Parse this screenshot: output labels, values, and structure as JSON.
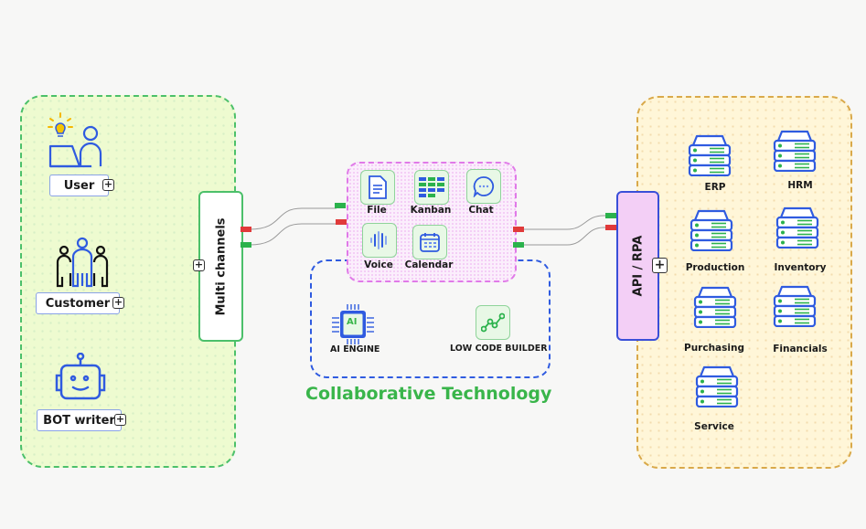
{
  "left_group": {
    "actors": [
      {
        "label": "User",
        "icon": "user-laptop-icon"
      },
      {
        "label": "Customer",
        "icon": "customers-group-icon"
      },
      {
        "label": "BOT writer",
        "icon": "robot-icon"
      }
    ],
    "hub": {
      "label": "Multi channels"
    }
  },
  "center": {
    "apps": [
      {
        "label": "File",
        "icon": "file-icon"
      },
      {
        "label": "Kanban",
        "icon": "kanban-icon"
      },
      {
        "label": "Chat",
        "icon": "chat-icon"
      },
      {
        "label": "Voice",
        "icon": "voice-icon"
      },
      {
        "label": "Calendar",
        "icon": "calendar-icon"
      }
    ],
    "engines": [
      {
        "label": "AI ENGINE",
        "icon": "ai-chip-icon",
        "chip_text": "AI"
      },
      {
        "label": "LOW CODE BUILDER",
        "icon": "low-code-graph-icon"
      }
    ],
    "title": "Collaborative Technology"
  },
  "right_group": {
    "gateway": {
      "label": "API / RPA"
    },
    "systems": [
      {
        "label": "ERP"
      },
      {
        "label": "HRM"
      },
      {
        "label": "Production"
      },
      {
        "label": "Inventory"
      },
      {
        "label": "Purchasing"
      },
      {
        "label": "Financials"
      },
      {
        "label": "Service"
      }
    ]
  },
  "expand_symbol": "+",
  "colors": {
    "green": "#39b54a",
    "blue": "#2f5be0",
    "pink": "#e07ae8",
    "orange": "#d9a94a",
    "red_port": "#e03a3a",
    "green_port": "#2bb24c"
  }
}
